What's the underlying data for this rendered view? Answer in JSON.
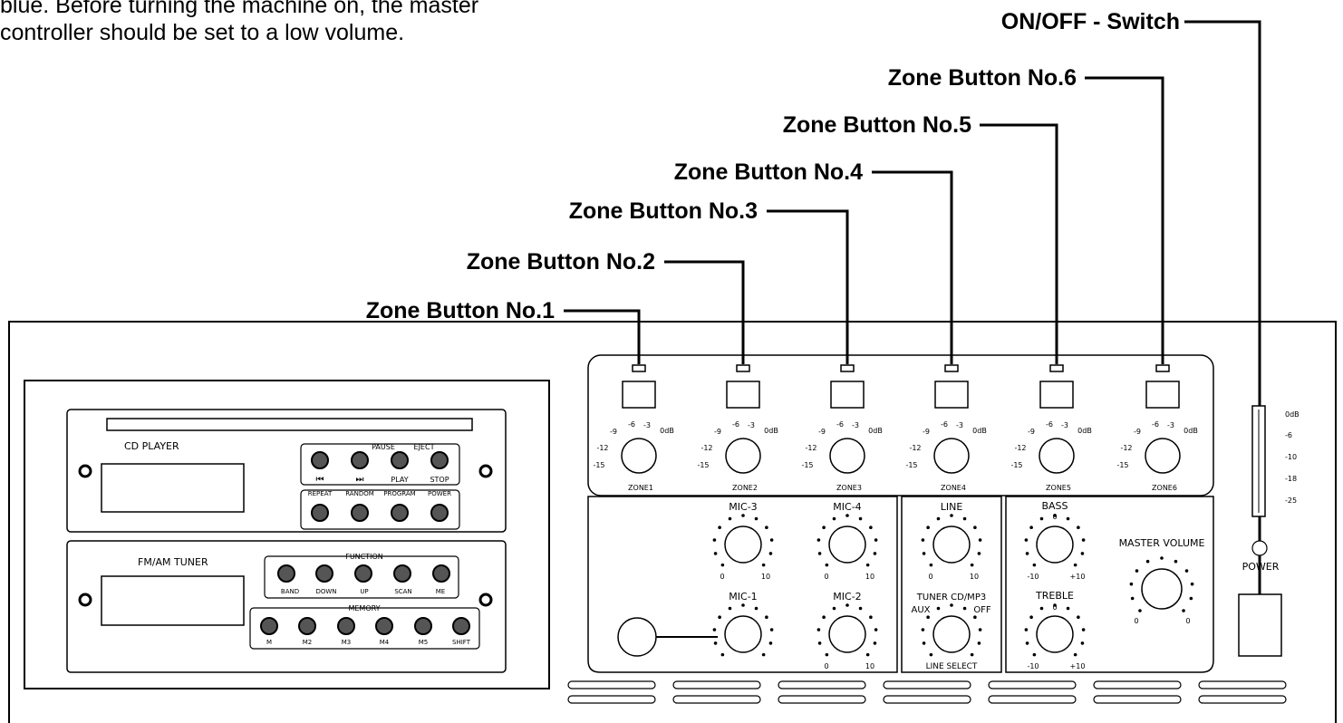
{
  "intro": {
    "line1": "blue. Before turning the machine on, the master",
    "line2": "controller should be set to a low volume."
  },
  "callouts": {
    "onoff": "ON/OFF - Switch",
    "zone6": "Zone Button No.6",
    "zone5": "Zone Button No.5",
    "zone4": "Zone Button No.4",
    "zone3": "Zone Button No.3",
    "zone2": "Zone Button No.2",
    "zone1": "Zone Button No.1"
  },
  "cd": {
    "title": "CD PLAYER",
    "pause": "PAUSE",
    "eject": "EJECT",
    "prev": "⏮",
    "next": "⏭",
    "play": "PLAY",
    "stop": "STOP",
    "repeat": "REPEAT",
    "random": "RANDOM",
    "program": "PROGRAM",
    "power": "POWER"
  },
  "tuner": {
    "title": "FM/AM TUNER",
    "function": "FUNCTION",
    "band": "BAND",
    "down": "DOWN",
    "up": "UP",
    "scan": "SCAN",
    "me": "ME",
    "memory": "MEMORY",
    "m1": "M",
    "m2": "M2",
    "m3": "M3",
    "m4": "M4",
    "m5": "M5",
    "shift": "SHIFT"
  },
  "zones": {
    "labels": [
      "ZONE1",
      "ZONE2",
      "ZONE3",
      "ZONE4",
      "ZONE5",
      "ZONE6"
    ],
    "scale": {
      "m15": "-15",
      "m12": "-12",
      "m9": "-9",
      "m6": "-6",
      "m3": "-3",
      "zero": "0dB"
    }
  },
  "mixer": {
    "mic3": "MIC-3",
    "mic4": "MIC-4",
    "mic1": "MIC-1",
    "mic2": "MIC-2",
    "min": "0",
    "max": "10",
    "line": "LINE",
    "tuner_cd": "TUNER  CD/MP3",
    "aux": "AUX",
    "off": "OFF",
    "line_select": "LINE SELECT",
    "bass": "BASS",
    "treble": "TREBLE",
    "tone_min": "-10",
    "tone_mid": "0",
    "tone_max": "+10",
    "master": "MASTER VOLUME"
  },
  "meter": {
    "zero": "0dB",
    "m6": "-6",
    "m10": "-10",
    "m18": "-18",
    "m25": "-25"
  },
  "power_label": "POWER"
}
